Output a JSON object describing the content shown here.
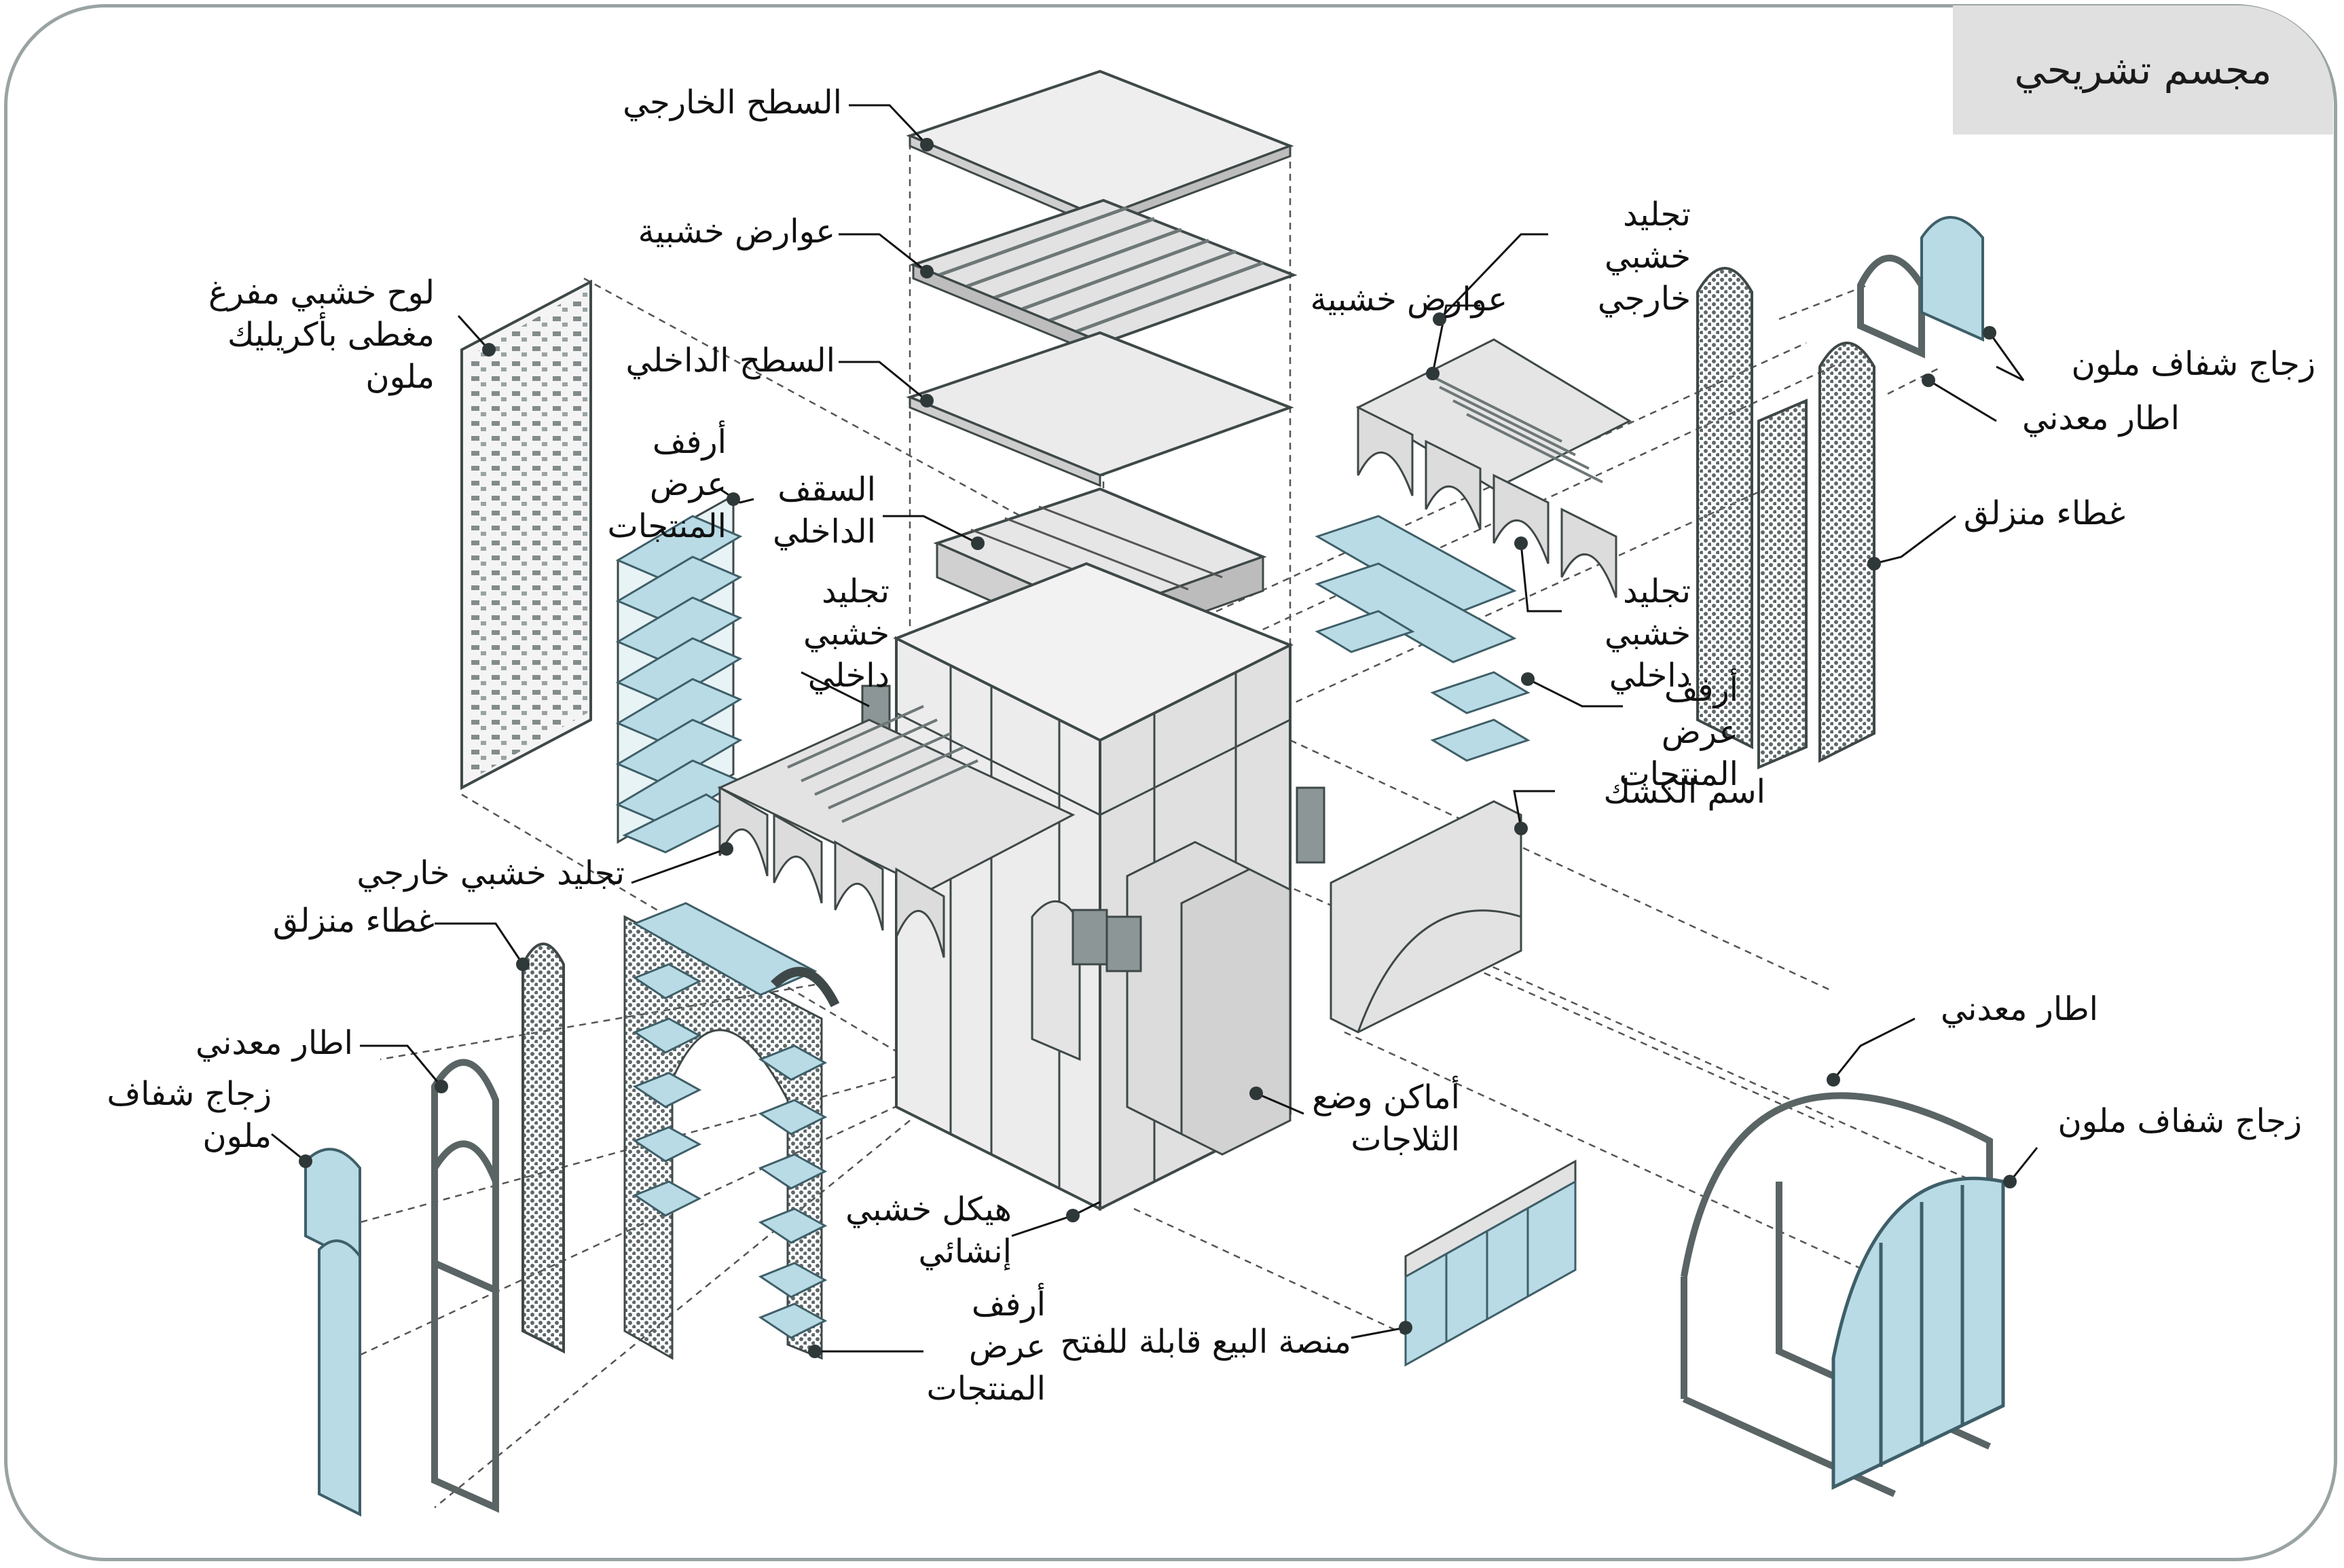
{
  "title": "مجسم تشريحي",
  "labels": {
    "outer_roof": "السطح الخارجي",
    "wood_slats_top": "عوارض خشبية",
    "inner_roof": "السطح الداخلي",
    "inner_ceiling": "السقف الداخلي",
    "inner_wood_cladding_left": "تجليد خشبي داخلي",
    "display_shelves_left_top": "أرفف عرض المنتجات",
    "perforated_wood_panel": "لوح خشبي مفرغ مغطى بأكريليك ملون",
    "outer_wood_cladding_left": "تجليد خشبي خارجي",
    "sliding_cover_left": "غطاء منزلق",
    "metal_frame_left": "اطار معدني",
    "colored_glass_left": "زجاج شفاف ملون",
    "structural_wood_frame": "هيكل خشبي إنشائي",
    "display_shelves_bottom": "أرفف عرض المنتجات",
    "sales_counter": "منصة البيع قابلة للفتح",
    "fridge_places": "أماكن وضع الثلاجات",
    "kiosk_name": "اسم الكشك",
    "display_shelves_right": "أرفف عرض المنتجات",
    "inner_wood_cladding_right": "تجليد خشبي داخلي",
    "wood_slats_right": "عوارض خشبية",
    "outer_wood_cladding_right": "تجليد خشبي خارجي",
    "colored_glass_top_right": "زجاج شفاف ملون",
    "metal_frame_top_right": "اطار معدني",
    "sliding_cover_right": "غطاء منزلق",
    "metal_frame_bottom_right": "اطار معدني",
    "colored_glass_bottom_right": "زجاج شفاف ملون"
  },
  "colors": {
    "frame": "#9aa3a3",
    "panel": "#e6e6e6",
    "panel_dark": "#c8c8c8",
    "edge": "#7a8585",
    "glass": "#b9dbe6",
    "glass_edge": "#5b8d9c",
    "perforated": "#6f7878"
  }
}
